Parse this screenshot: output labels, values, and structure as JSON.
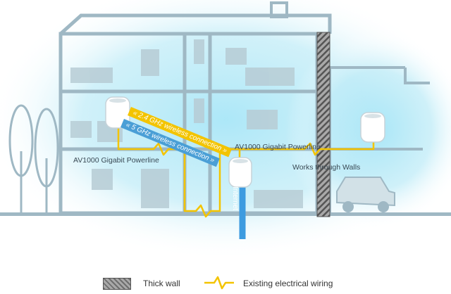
{
  "labels": {
    "band_24ghz": "« 2.4 GHz wireless connection »",
    "band_5ghz": "« 5 GHz wireless connection »",
    "av1000_left": "AV1000 Gigabit Powerline",
    "av1000_right": "AV1000 Gigabit Powerline",
    "works_through_walls": "Works through Walls",
    "internet": "Internet"
  },
  "legend": {
    "thick_wall": "Thick wall",
    "electrical_wiring": "Existing electrical wiring"
  },
  "colors": {
    "wiring": "#f3c400",
    "wifi_5ghz": "#4a9fd6",
    "wifi_glow": "#8fd8ee",
    "house": "#9fb8c4",
    "wall_hatch": "#6e6e6e",
    "internet_cable": "#3d9be0"
  },
  "icons": [
    "powerline-unit-icon",
    "car-icon",
    "tree-icon"
  ]
}
